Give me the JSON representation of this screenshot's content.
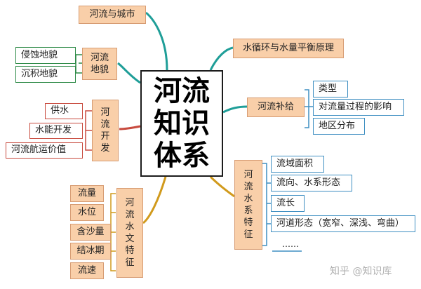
{
  "center_title": [
    "河流",
    "知识",
    "体系"
  ],
  "topics": {
    "city": "河流与城市",
    "landform": {
      "label": [
        "河流",
        "地貌"
      ],
      "items": [
        "侵蚀地貌",
        "沉积地貌"
      ]
    },
    "development": {
      "label": [
        "河",
        "流",
        "开",
        "发"
      ],
      "items": [
        "供水",
        "水能开发",
        "河流航运价值"
      ]
    },
    "hydrology": {
      "label": [
        "河",
        "流",
        "水",
        "文",
        "特",
        "征"
      ],
      "items": [
        "流量",
        "水位",
        "含沙量",
        "结冰期",
        "流速"
      ]
    },
    "water_cycle": "水循环与水量平衡原理",
    "supply": {
      "label": "河流补给",
      "items": [
        "类型",
        "对流量过程的影响",
        "地区分布"
      ]
    },
    "system": {
      "label": [
        "河",
        "流",
        "水",
        "系",
        "特",
        "征"
      ],
      "items": [
        "流域面积",
        "流向、水系形态",
        "流长",
        "河道形态（宽窄、深浅、弯曲）",
        "……"
      ]
    }
  },
  "watermark": "知乎 @知识库",
  "colors": {
    "teal": "#1f9e98",
    "green": "#2d8a46",
    "red": "#c84a3e",
    "gold": "#d19a1c",
    "blue": "#3f8fc2",
    "peach": "#f9cfa9"
  }
}
